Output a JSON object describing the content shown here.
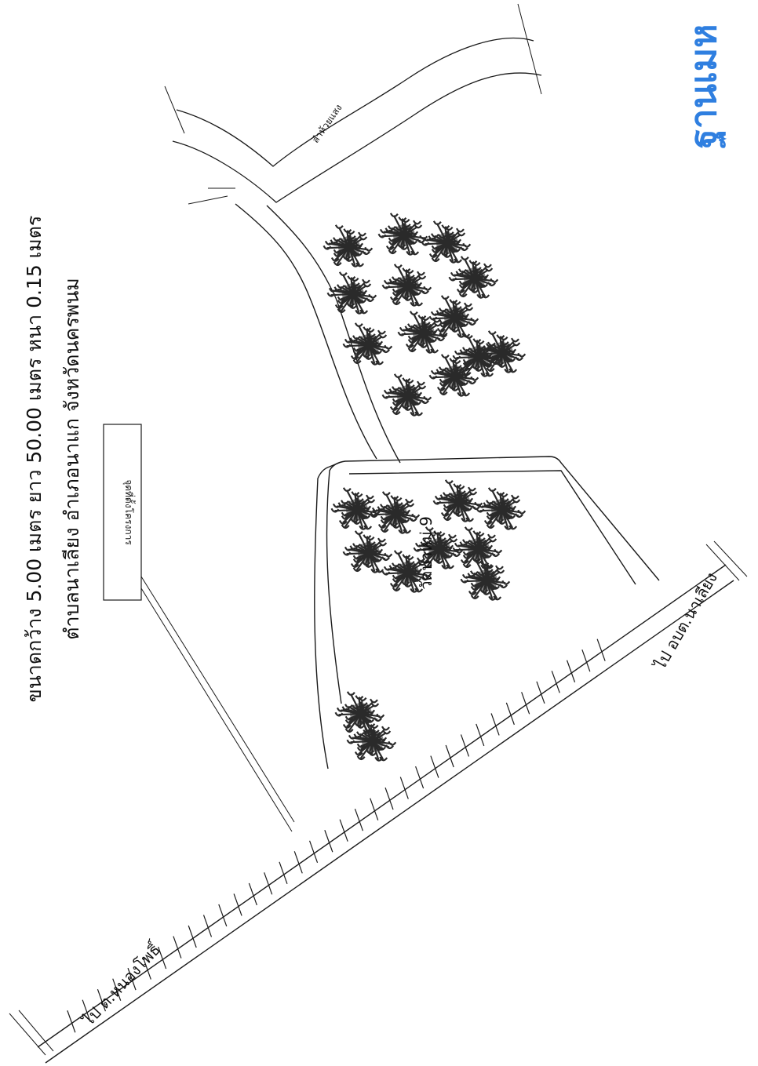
{
  "title": {
    "line1": "ขนาดกว้าง 5.00 เมตร ยาว 50.00 เมตร หนา 0.15 เมตร",
    "line2": "ตำบลนาเลียง อำเภอนาแก จังหวัดนครพนม"
  },
  "labels": {
    "stream": "ลำห้วยแสง",
    "project_point": "จุดที่ตั้งโครงการ",
    "temple": "วัดป่าหมู่ 9",
    "to_na_liang": "ไป อบต.นาเลียง",
    "to_nong_pho": "ไป ต.หนองโพธิ์"
  },
  "stamp": {
    "text": "ฐานเมห",
    "color": "#2f7fe0"
  },
  "colors": {
    "ink": "#1a1a1a",
    "tree": "#2a2a2a"
  }
}
